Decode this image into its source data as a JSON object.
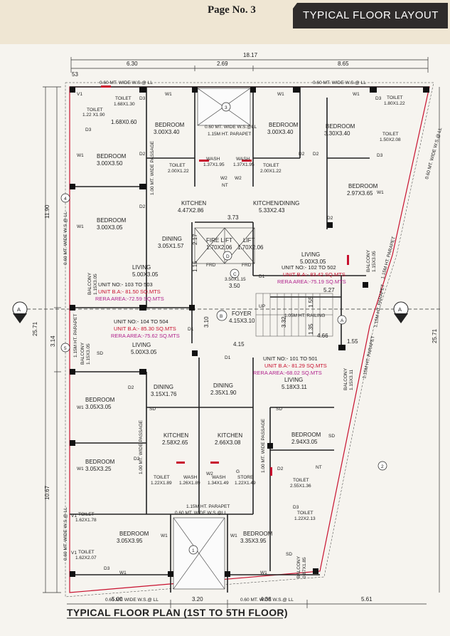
{
  "header": {
    "page_no": "Page No. 3",
    "tag": "TYPICAL  FLOOR LAYOUT"
  },
  "plan_title": "TYPICAL FLOOR PLAN (1ST TO 5TH FLOOR)",
  "dims": {
    "top_total": "18.17",
    "top_a": "6.30",
    "top_b": "2.69",
    "top_c": "8.65",
    "bottom_a": "5.00",
    "bottom_b": "3.20",
    "bottom_c": "4.36",
    "bottom_d": "5.61",
    "left_total": "25.71",
    "left_top": "11.90",
    "left_mid": "3.14",
    "left_bot": "10.67",
    "right_total": "25.71",
    "corner": "53",
    "c_373": "3.73",
    "c_217": "2.17",
    "c_115": "1.15",
    "c_350": "3.50",
    "c_310": "3.10",
    "c_415": "4.15",
    "c_155": "1.55",
    "c_466": "4.66",
    "c_527": "5.27",
    "c_332": "3.32",
    "c_135": "1.35",
    "c_155b": "1.55"
  },
  "markers": {
    "a_left": "A",
    "a_right": "A",
    "m1": "1",
    "m2": "2",
    "m3": "3",
    "m4": "4",
    "m5": "5",
    "mB": "B",
    "mC": "C",
    "mD": "D",
    "mA": "A"
  },
  "walkway": "0.60 MT. WIDE W.S.@ LL",
  "walkway_c": "0.60 MT. WIDE W.S.@LL",
  "parapet": "1.15M HT. PARAPET",
  "parapet2": "1.15M HT. PARAPET",
  "railing": "1.05M HT. RAILING",
  "rooms": {
    "toilet_a": "TOILET",
    "toilet_a_d": "1.68X1.30",
    "toilet_b": "TOILET",
    "toilet_b_d": "1.22 X1.90",
    "bed_a": "BEDROOM",
    "bed_a_d": "3.00X3.40",
    "box_a": "1.68X0.60",
    "bed_b": "BEDROOM",
    "bed_b_d": "3.00X3.50",
    "passage_l": "1.00 MT. WIDE PASSAGE",
    "toilet_c": "TOILET",
    "toilet_c_d": "2.00X1.22",
    "wash_a": "WASH",
    "wash_a_d": "1.37X1.95",
    "wash_b": "WASH",
    "wash_b_d": "1.37X1.95",
    "toilet_d": "TOILET",
    "toilet_d_d": "2.00X1.22",
    "bed_c": "BEDROOM",
    "bed_c_d": "3.00X3.40",
    "bed_d": "BEDROOM",
    "bed_d_d": "3.30X3.40",
    "toilet_e": "TOILET",
    "toilet_e_d": "1.80X1.22",
    "toilet_f": "TOILET",
    "toilet_f_d": "1.50X2.08",
    "bed_e": "BEDROOM",
    "bed_e_d": "2.97X3.65",
    "kitchen_a": "KITCHEN",
    "kitchen_a_d": "4.47X2.86",
    "kitdin": "KITCHEN/DINING",
    "kitdin_d": "5.33X2.43",
    "bed_f": "BEDROOM",
    "bed_f_d": "3.00X3.05",
    "dining_a": "DINING",
    "dining_a_d": "3.05X1.57",
    "firelift": "FIRE LIFT",
    "firelift_d": "1.70X2.06",
    "lift": "LIFT",
    "lift_d": "1.70X2.06",
    "frd_a": "FRD",
    "frd_b": "FRD",
    "living_a": "LIVING",
    "living_a_d": "5.00X3.05",
    "living_b": "LIVING",
    "living_b_d": "5.00X3.05",
    "living_c": "LIVING",
    "living_c_d": "5.00X3.05",
    "balcony_a": "BALCONY",
    "balcony_a_d": "1.15X3.05",
    "balcony_b": "BALCONY",
    "balcony_b_d": "1.15X3.05",
    "lobby_d": "3.50X1.15",
    "foyer": "FOYER",
    "foyer_d": "4.15X3.10",
    "balcony_c": "BALCONY",
    "balcony_c_d": "1.15X3.05",
    "living_d": "LIVING",
    "living_d_d": "5.18X3.11",
    "balcony_d": "BALCONY",
    "balcony_d_d": "1.15X3.11",
    "dining_b": "DINING",
    "dining_b_d": "3.15X1.76",
    "dining_c": "DINING",
    "dining_c_d": "2.35X1.90",
    "bed_g": "BEDROOM",
    "bed_g_d": "3.05X3.05",
    "kitchen_b": "KITCHEN",
    "kitchen_b_d": "2.58X2.65",
    "kitchen_c": "KITCHEN",
    "kitchen_c_d": "2.66X3.08",
    "passage_b": "1.00 MT. WIDE PASSAGE",
    "passage_c": "1.00 MT. WIDE PASSAGE",
    "bed_h": "BEDROOM",
    "bed_h_d": "2.94X3.05",
    "bed_i": "BEDROOM",
    "bed_i_d": "3.05X3.25",
    "toilet_g": "TOILET",
    "toilet_g_d": "1.22X1.89",
    "wash_c": "WASH",
    "wash_c_d": "1.26X1.89",
    "wash_d": "WASH",
    "wash_d_d": "1.34X1.49",
    "store": "STORE",
    "store_d": "1.22X1.49",
    "toilet_h": "TOILET",
    "toilet_h_d": "2.55X1.36",
    "toilet_i": "TOILET",
    "toilet_i_d": "1.62X1.78",
    "toilet_j": "TOILET",
    "toilet_j_d": "1.62X2.07",
    "bed_j": "BEDROOM",
    "bed_j_d": "3.05X3.95",
    "bed_k": "BEDROOM",
    "bed_k_d": "3.35X3.95",
    "toilet_k": "TOILET",
    "toilet_k_d": "1.22X2.13",
    "balcony_e": "BALCONY",
    "balcony_e_d": "0.87X1.85"
  },
  "units": [
    {
      "no": "UNIT NO:-   103 TO 503",
      "ba": "UNIT B.A:-  81.50 SQ.MTS",
      "rera": "RERA AREA:-72.59 SQ.MTS"
    },
    {
      "no": "UNIT NO:-   102 TO 502",
      "ba": "UNIT B.A:-  83.42 SQ.MTS",
      "rera": "RERA AREA:-75.19 SQ.MTS"
    },
    {
      "no": "UNIT NO:-   104 TO 504",
      "ba": "UNIT B.A:-  85.30 SQ.MTS",
      "rera": "RERA AREA:-75.62 SQ.MTS"
    },
    {
      "no": "UNIT NO:-   101 TO 501",
      "ba": "UNIT B.A:-  81.29 SQ.MTS",
      "rera": "RERA AREA:-68.02 SQ.MTS"
    }
  ],
  "doors": {
    "d1": "D1",
    "d2": "D2",
    "d3": "D3",
    "w1": "W1",
    "w2": "W2",
    "v1": "V1",
    "sd": "SD",
    "nt": "NT",
    "g": "G",
    "up": "UP"
  }
}
